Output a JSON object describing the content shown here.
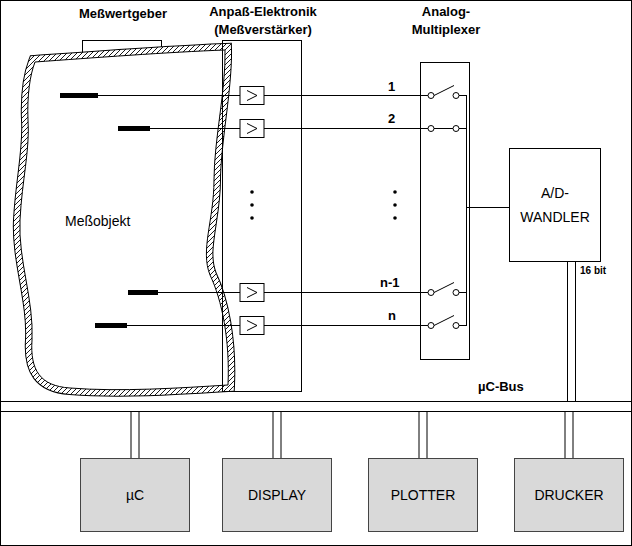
{
  "diagram": {
    "nodes": [
      {
        "text": [
          "Meßwertgeber"
        ]
      },
      {
        "text": [
          "Meßobjekt"
        ]
      },
      {
        "text": [
          "Anpaß-Elektronik (Meßverstärker)"
        ]
      },
      {
        "text": [
          "Analog- Multiplexer"
        ]
      },
      {
        "text": [
          "A/D- WANDLER"
        ]
      },
      {
        "text": [
          "µC-Bus"
        ]
      },
      {
        "text": [
          "µC"
        ]
      },
      {
        "text": [
          "DISPLAY"
        ]
      },
      {
        "text": [
          "PLOTTER"
        ]
      },
      {
        "text": [
          "DRUCKER"
        ]
      }
    ],
    "edges": [
      {
        "from": 0,
        "to": 2,
        "arrow": "none"
      },
      {
        "from": 0,
        "to": 2,
        "arrow": "none"
      },
      {
        "from": 0,
        "to": 2,
        "arrow": "none"
      },
      {
        "from": 0,
        "to": 2,
        "arrow": "none"
      },
      {
        "from": 2,
        "to": 3,
        "arrow": "none"
      },
      {
        "from": 2,
        "to": 3,
        "arrow": "none"
      },
      {
        "from": 2,
        "to": 3,
        "arrow": "none"
      },
      {
        "from": 2,
        "to": 3,
        "arrow": "none"
      },
      {
        "from": 3,
        "to": 4,
        "arrow": "none"
      },
      {
        "from": 4,
        "to": 5,
        "arrow": "none"
      },
      {
        "from": 5,
        "to": 6,
        "arrow": "none"
      },
      {
        "from": 5,
        "to": 7,
        "arrow": "none"
      },
      {
        "from": 5,
        "to": 8,
        "arrow": "none"
      },
      {
        "from": 5,
        "to": 9,
        "arrow": "none"
      }
    ],
    "labels": [
      "1",
      "2",
      "n-1",
      "n",
      "16 bit"
    ]
  }
}
